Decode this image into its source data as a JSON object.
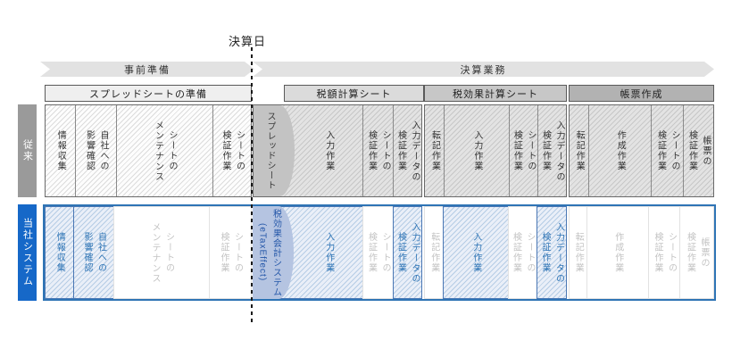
{
  "deadline": {
    "label": "決算日"
  },
  "phases": [
    {
      "label": "事前準備"
    },
    {
      "label": "決算業務"
    }
  ],
  "section_headers": [
    "スプレッドシートの準備",
    "税額計算シート",
    "税効果計算シート",
    "帳票作成"
  ],
  "colors": {
    "accent_blue": "#2e74b5",
    "row_label_blue": "#1668c8",
    "row_label_gray": "#9a9a9a",
    "inactive_text": "#c3c3c3"
  },
  "rows": [
    {
      "label": "従来",
      "groups": [
        {
          "cells": [
            {
              "text": "情報収集"
            },
            {
              "text": "自社への\n影響確認"
            },
            {
              "text": "シートの\nメンテナンス"
            },
            {
              "text": "シートの\n検証作業"
            }
          ]
        },
        {
          "system_label": "スプレッドシート",
          "cells": [
            {
              "text": "入力作業"
            },
            {
              "text": "シートの\n検証作業"
            },
            {
              "text": "入力データの\n検証作業"
            }
          ]
        },
        {
          "cells": [
            {
              "text": "転記作業"
            },
            {
              "text": "入力作業"
            },
            {
              "text": "シートの\n検証作業"
            },
            {
              "text": "入力データの\n検証作業"
            }
          ]
        },
        {
          "cells": [
            {
              "text": "転記作業"
            },
            {
              "text": "作成作業"
            },
            {
              "text": "シートの\n検証作業"
            },
            {
              "text": "帳票の\n検証作業"
            }
          ]
        }
      ]
    },
    {
      "label": "当社システム",
      "groups": [
        {
          "cells": [
            {
              "text": "情報収集",
              "state": "active"
            },
            {
              "text": "自社への\n影響確認",
              "state": "active"
            },
            {
              "text": "シートの\nメンテナンス",
              "state": "inactive"
            },
            {
              "text": "シートの\n検証作業",
              "state": "inactive"
            }
          ]
        },
        {
          "system_label": "税効果会計システム\n(eTaxEffect)",
          "cells": [
            {
              "text": "入力作業",
              "state": "active"
            },
            {
              "text": "シートの\n検証作業",
              "state": "inactive"
            },
            {
              "text": "入力データの\n検証作業",
              "state": "active"
            }
          ]
        },
        {
          "cells": [
            {
              "text": "転記作業",
              "state": "inactive"
            },
            {
              "text": "入力作業",
              "state": "active"
            },
            {
              "text": "シートの\n検証作業",
              "state": "inactive"
            },
            {
              "text": "入力データの\n検証作業",
              "state": "active"
            }
          ]
        },
        {
          "cells": [
            {
              "text": "転記作業",
              "state": "inactive"
            },
            {
              "text": "作成作業",
              "state": "inactive"
            },
            {
              "text": "シートの\n検証作業",
              "state": "inactive"
            },
            {
              "text": "帳票の\n検証作業",
              "state": "inactive"
            }
          ]
        }
      ]
    }
  ]
}
